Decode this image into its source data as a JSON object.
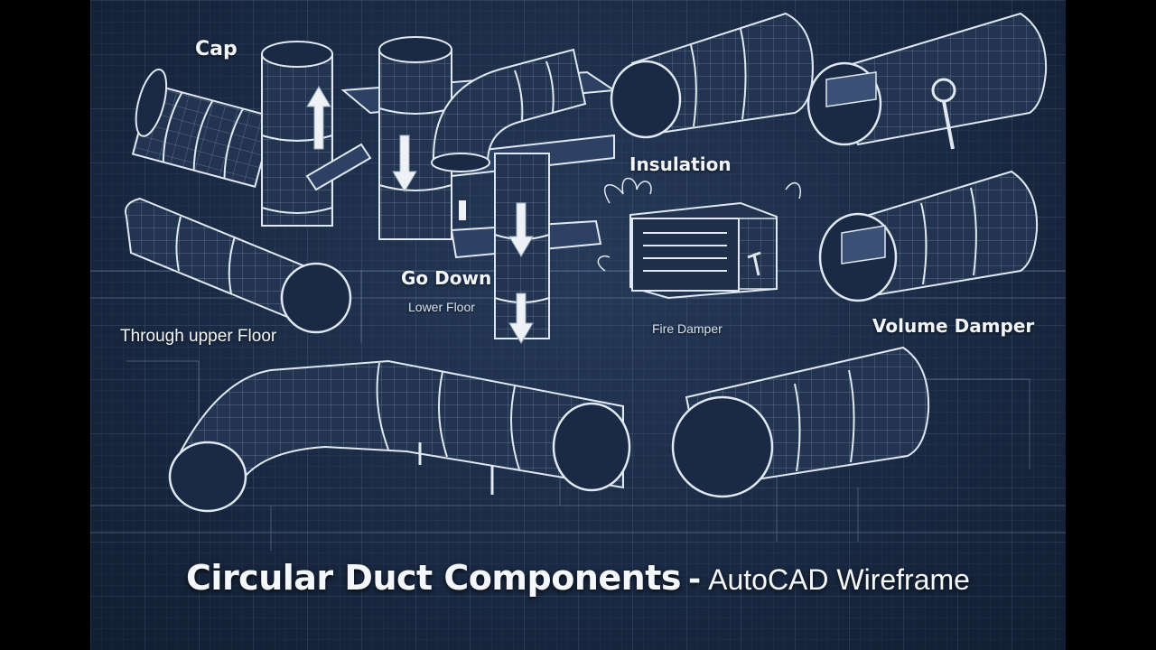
{
  "labels": {
    "cap": "Cap",
    "insulation": "Insulation",
    "go_down": "Go Down",
    "lower_floor": "Lower Floor",
    "through_upper_floor": "Through upper Floor",
    "fire_damper": "Fire Damper",
    "volume_damper": "Volume Damper"
  },
  "title": {
    "main": "Circular Duct Components",
    "separator": "-",
    "subtitle": "AutoCAD Wireframe"
  },
  "colors": {
    "background": "#1a2a44",
    "wire": "#dfe8f3",
    "duct_fill": "#22344f",
    "arrow": "#eef2f7",
    "letterbox": "#000000"
  }
}
